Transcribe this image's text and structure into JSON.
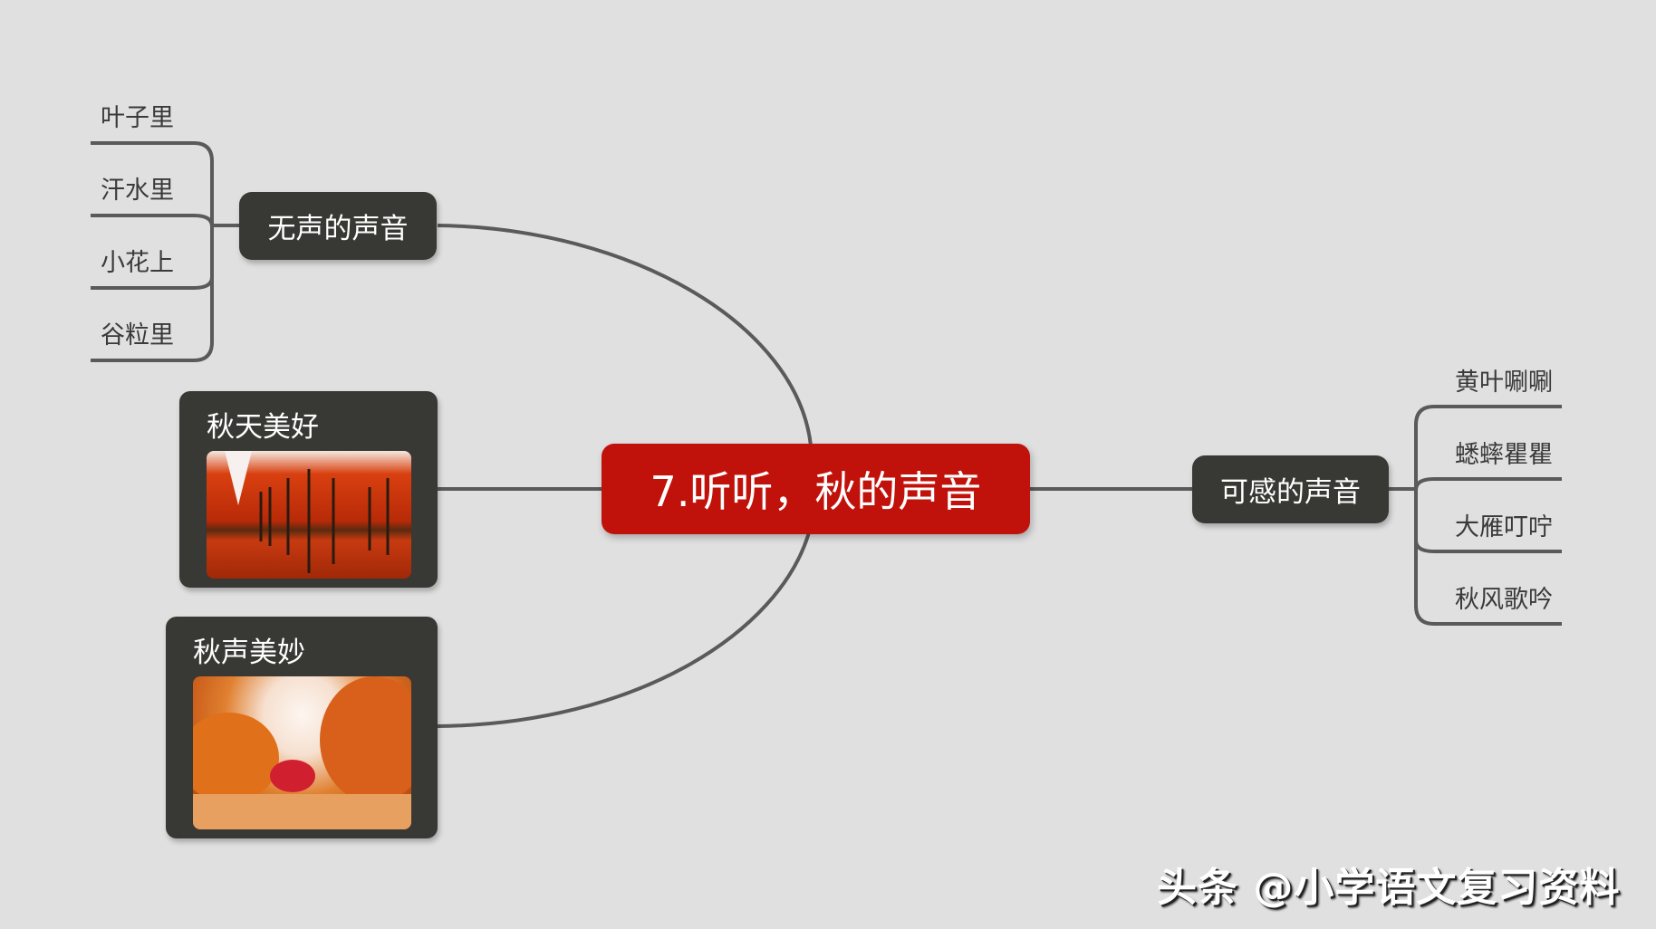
{
  "central": {
    "label": "7.听听，秋的声音",
    "color": "#c0120a"
  },
  "left_branch": {
    "label": "无声的声音",
    "children": [
      "叶子里",
      "汗水里",
      "小花上",
      "谷粒里"
    ]
  },
  "cards": [
    {
      "title": "秋天美好",
      "image": "autumn-tree-avenue-photo"
    },
    {
      "title": "秋声美妙",
      "image": "autumn-falling-leaves-photo"
    }
  ],
  "right_branch": {
    "label": "可感的声音",
    "children": [
      "黄叶唰唰",
      "蟋蟀瞿瞿",
      "大雁叮咛",
      "秋风歌吟"
    ]
  },
  "watermark": "头条 @小学语文复习资料",
  "colors": {
    "background": "#e0e0e0",
    "node": "#383834",
    "line": "#5a5a5a"
  }
}
